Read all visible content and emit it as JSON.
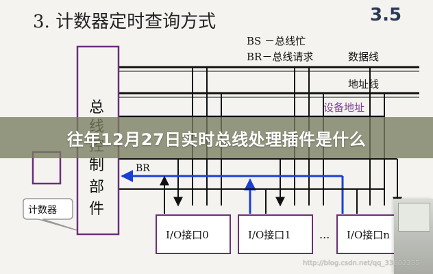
{
  "diagram": {
    "title": "3. 计数器定时查询方式",
    "page_number": "3.5",
    "signal_bs": "BS －总线忙",
    "signal_br": "BR－总线请求",
    "data_bus": "数据线",
    "addr_bus": "地址线",
    "device_addr": "设备地址",
    "br_line": "BR",
    "controller_chars": [
      "总",
      "线",
      "控",
      "制",
      "部",
      "件"
    ],
    "counter_label": "计数器",
    "io_ports": [
      "I/O接口0",
      "I/O接口1",
      "I/O接口n"
    ],
    "ellipsis": "...",
    "colors": {
      "bus_blue": "#1a3fd6",
      "box_purple": "#6b2f7a",
      "addr_purple": "#7b3c98",
      "line_black": "#111111"
    }
  },
  "banner": {
    "title": "往年12月27日实时总线处理插件是什么"
  },
  "watermark": {
    "text": "http://blog.csdn.net/qq_33802335"
  }
}
